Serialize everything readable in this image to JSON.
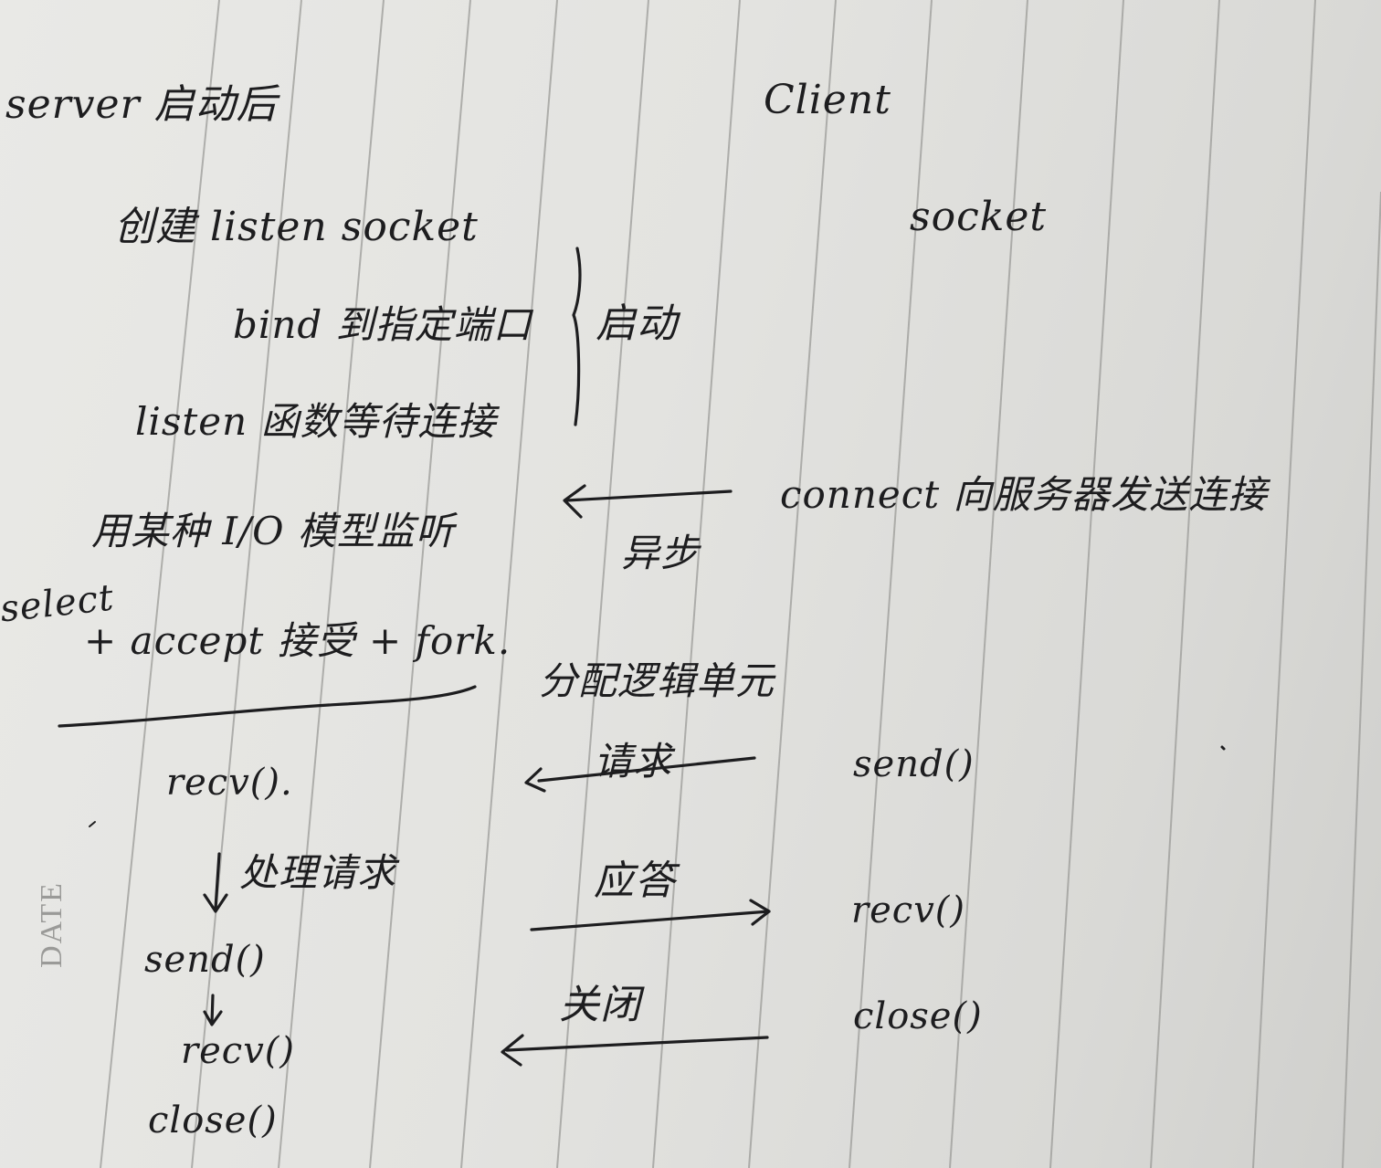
{
  "server_column": {
    "title": "server 启动后",
    "steps": {
      "create_socket": "创建 listen socket",
      "bind": "bind 到指定端口",
      "listen": "listen 函数等待连接",
      "io_model": "用某种 I/O 模型监听",
      "select_label": "select",
      "accept": "+ accept 接受 + fork.",
      "recv": "recv().",
      "process": "处理请求",
      "send": "send()",
      "recv2": "recv()",
      "close": "close()"
    }
  },
  "startup_bracket_label": "启动",
  "client_column": {
    "title": "Client",
    "steps": {
      "socket": "socket",
      "connect": "connect 向服务器发送连接",
      "send": "send()",
      "recv": "recv()",
      "close": "close()"
    }
  },
  "arrows": {
    "connect": "异步",
    "logic_unit": "分配逻辑单元",
    "request": "请求",
    "response": "应答",
    "close": "关闭"
  },
  "notebook_stamp": "DATE",
  "colors": {
    "ink": "#1d1d1f",
    "rule_line": "#9b9b98",
    "paper": "#e6e6e3"
  }
}
